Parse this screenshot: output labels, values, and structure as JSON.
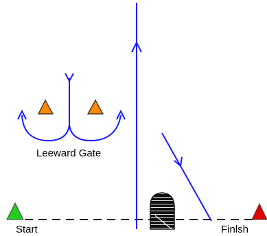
{
  "labels": {
    "leeward_gate": "Leeward Gate",
    "start": "Start",
    "finish": "Finlsh"
  },
  "colors": {
    "course_line": "#1a1aff",
    "start_mark": "#22cc22",
    "finish_mark": "#e00000",
    "gate_mark": "#ff8800",
    "boat": "#111111",
    "text": "#000000"
  },
  "icons": {
    "start_mark": "green-triangle-buoy",
    "finish_mark": "red-triangle-buoy",
    "gate_marks": "orange-triangle-buoy",
    "committee_boat": "black-boat-stern"
  }
}
